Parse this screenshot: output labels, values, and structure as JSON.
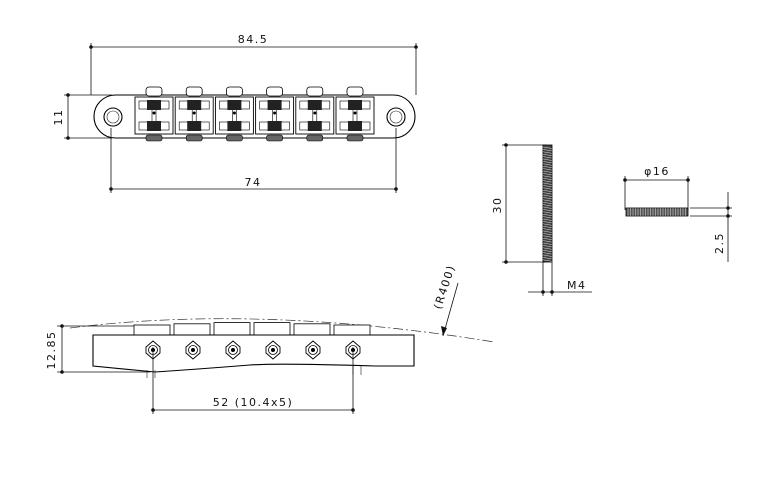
{
  "diagram": {
    "top_view": {
      "overall_length": "84.5",
      "height": "11",
      "post_spacing": "74",
      "saddle_count": 6
    },
    "screw": {
      "length": "30",
      "thread": "M4"
    },
    "wheel": {
      "diameter": "φ16",
      "thickness": "2.5"
    },
    "side_view": {
      "radius": "(R400)",
      "height": "12.85",
      "string_spacing": "52 (10.4x5)"
    }
  }
}
